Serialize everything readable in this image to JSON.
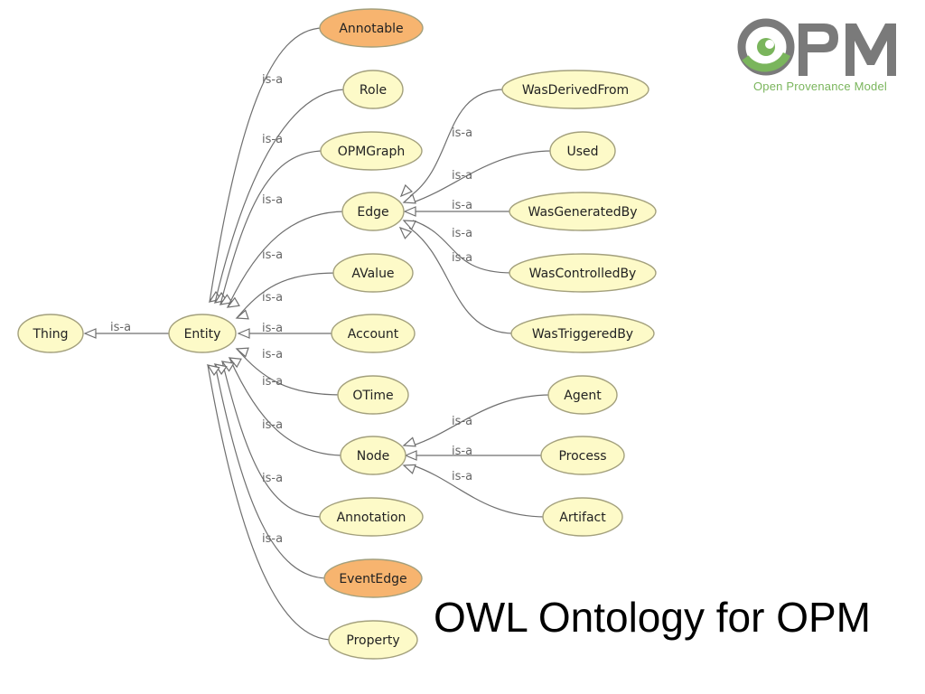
{
  "title": "OWL Ontology for OPM",
  "logo": {
    "name": "OPM",
    "tagline": "Open Provenance Model"
  },
  "colors": {
    "node_fill": "#fdfac8",
    "node_highlight_fill": "#f7b46f",
    "node_stroke": "#a3a07d",
    "edge": "#6f6f6f",
    "logo_green": "#7ab55c",
    "logo_gray": "#7a7a7a"
  },
  "edge_label": "is-a",
  "nodes": [
    {
      "id": "thing",
      "label": "Thing"
    },
    {
      "id": "entity",
      "label": "Entity"
    },
    {
      "id": "annotable",
      "label": "Annotable",
      "highlight": true
    },
    {
      "id": "role",
      "label": "Role"
    },
    {
      "id": "opmgraph",
      "label": "OPMGraph"
    },
    {
      "id": "edge",
      "label": "Edge"
    },
    {
      "id": "avalue",
      "label": "AValue"
    },
    {
      "id": "account",
      "label": "Account"
    },
    {
      "id": "otime",
      "label": "OTime"
    },
    {
      "id": "node",
      "label": "Node"
    },
    {
      "id": "annotation",
      "label": "Annotation"
    },
    {
      "id": "eventedge",
      "label": "EventEdge",
      "highlight": true
    },
    {
      "id": "property",
      "label": "Property"
    },
    {
      "id": "wasderivedfrom",
      "label": "WasDerivedFrom"
    },
    {
      "id": "used",
      "label": "Used"
    },
    {
      "id": "wasgeneratedby",
      "label": "WasGeneratedBy"
    },
    {
      "id": "wascontrolledby",
      "label": "WasControlledBy"
    },
    {
      "id": "wastriggeredby",
      "label": "WasTriggeredBy"
    },
    {
      "id": "agent",
      "label": "Agent"
    },
    {
      "id": "process",
      "label": "Process"
    },
    {
      "id": "artifact",
      "label": "Artifact"
    }
  ],
  "edges": [
    {
      "from": "entity",
      "to": "thing",
      "label": "is-a"
    },
    {
      "from": "annotable",
      "to": "entity",
      "label": "is-a"
    },
    {
      "from": "role",
      "to": "entity",
      "label": "is-a"
    },
    {
      "from": "opmgraph",
      "to": "entity",
      "label": "is-a"
    },
    {
      "from": "edge",
      "to": "entity",
      "label": "is-a"
    },
    {
      "from": "avalue",
      "to": "entity",
      "label": "is-a"
    },
    {
      "from": "account",
      "to": "entity",
      "label": "is-a"
    },
    {
      "from": "otime",
      "to": "entity",
      "label": "is-a"
    },
    {
      "from": "node",
      "to": "entity",
      "label": "is-a"
    },
    {
      "from": "annotation",
      "to": "entity",
      "label": "is-a"
    },
    {
      "from": "eventedge",
      "to": "entity",
      "label": "is-a"
    },
    {
      "from": "property",
      "to": "entity",
      "label": "is-a"
    },
    {
      "from": "wasderivedfrom",
      "to": "edge",
      "label": "is-a"
    },
    {
      "from": "used",
      "to": "edge",
      "label": "is-a"
    },
    {
      "from": "wasgeneratedby",
      "to": "edge",
      "label": "is-a"
    },
    {
      "from": "wascontrolledby",
      "to": "edge",
      "label": "is-a"
    },
    {
      "from": "wastriggeredby",
      "to": "edge",
      "label": "is-a"
    },
    {
      "from": "agent",
      "to": "node",
      "label": "is-a"
    },
    {
      "from": "process",
      "to": "node",
      "label": "is-a"
    },
    {
      "from": "artifact",
      "to": "node",
      "label": "is-a"
    }
  ]
}
